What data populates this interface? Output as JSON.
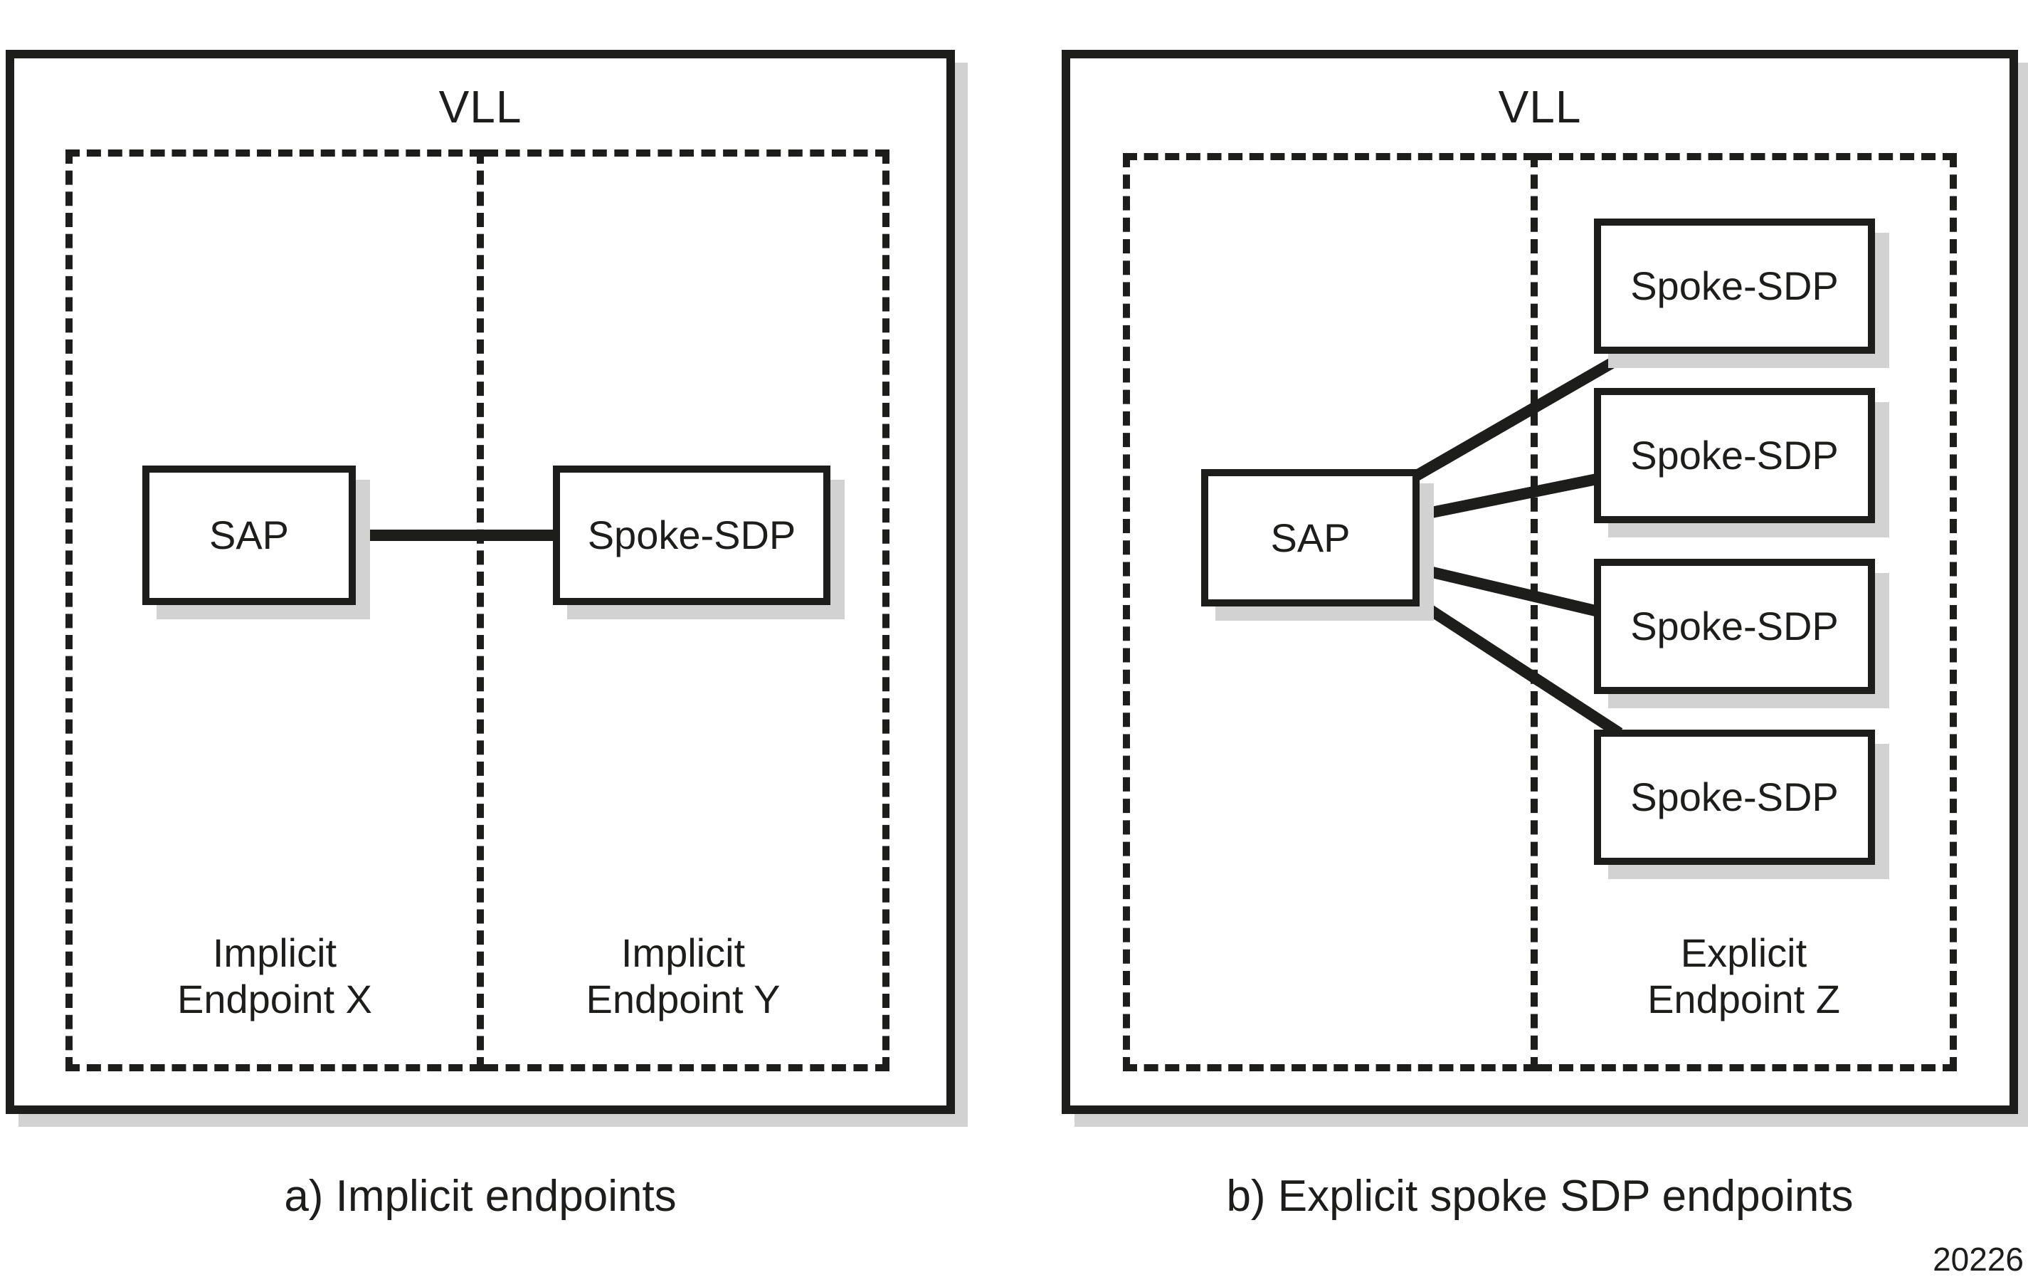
{
  "figure": {
    "panels": [
      {
        "title": "VLL",
        "caption": "a) Implicit endpoints",
        "regions": [
          {
            "endpoint_label": [
              "Implicit",
              "Endpoint X"
            ],
            "nodes": [
              "SAP"
            ]
          },
          {
            "endpoint_label": [
              "Implicit",
              "Endpoint Y"
            ],
            "nodes": [
              "Spoke-SDP"
            ]
          }
        ]
      },
      {
        "title": "VLL",
        "caption": "b) Explicit spoke SDP endpoints",
        "regions": [
          {
            "endpoint_label": [],
            "nodes": [
              "SAP"
            ]
          },
          {
            "endpoint_label": [
              "Explicit",
              "Endpoint Z"
            ],
            "nodes": [
              "Spoke-SDP",
              "Spoke-SDP",
              "Spoke-SDP",
              "Spoke-SDP"
            ]
          }
        ]
      }
    ],
    "figure_number": "20226"
  },
  "colors": {
    "ink": "#1d1d1b",
    "shadow": "#d2d2d2",
    "background": "#ffffff"
  }
}
